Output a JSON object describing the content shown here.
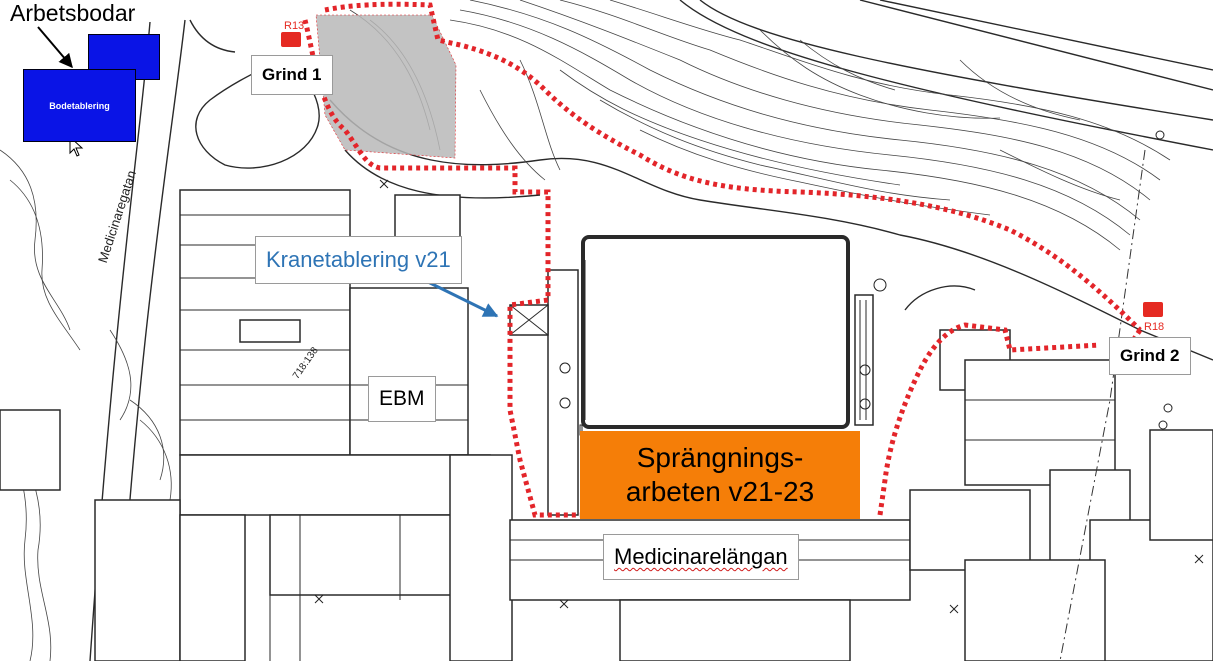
{
  "labels": {
    "title": "Arbetsbodar",
    "bode": "Bodetablering",
    "grind1": "Grind 1",
    "grind2": "Grind 2",
    "krane": "Kranetablering v21",
    "ebm": "EBM",
    "spr_line1": "Sprängnings-",
    "spr_line2": "arbeten v21-23",
    "medicin": "Medicinarelängan",
    "street": "Medicinaregatan",
    "block_id": "718:138",
    "fire_code_1": "R13",
    "fire_code_2": "R18"
  },
  "colors": {
    "background": "#ffffff",
    "boundary_dots": "#e3252a",
    "blasting_area": "#f57e08",
    "site_huts": "#0a14e6",
    "crane_arrow": "#2e74b5",
    "hatched_area": "#b8b8b8",
    "map_lines": "#2a2a2a"
  },
  "icons": {
    "arrow": "black-arrow-icon",
    "crane_arrow": "blue-arrow-icon",
    "fire_sign": "fire-hydrant-sign-icon"
  }
}
